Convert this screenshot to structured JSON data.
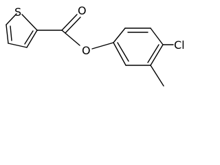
{
  "molecule": {
    "atoms": {
      "sulfur": "S",
      "carbonyl_oxygen": "O",
      "ester_oxygen": "O",
      "chlorine": "Cl"
    },
    "colors": {
      "bond": "#000000",
      "label": "#000000",
      "background": "#ffffff"
    }
  }
}
